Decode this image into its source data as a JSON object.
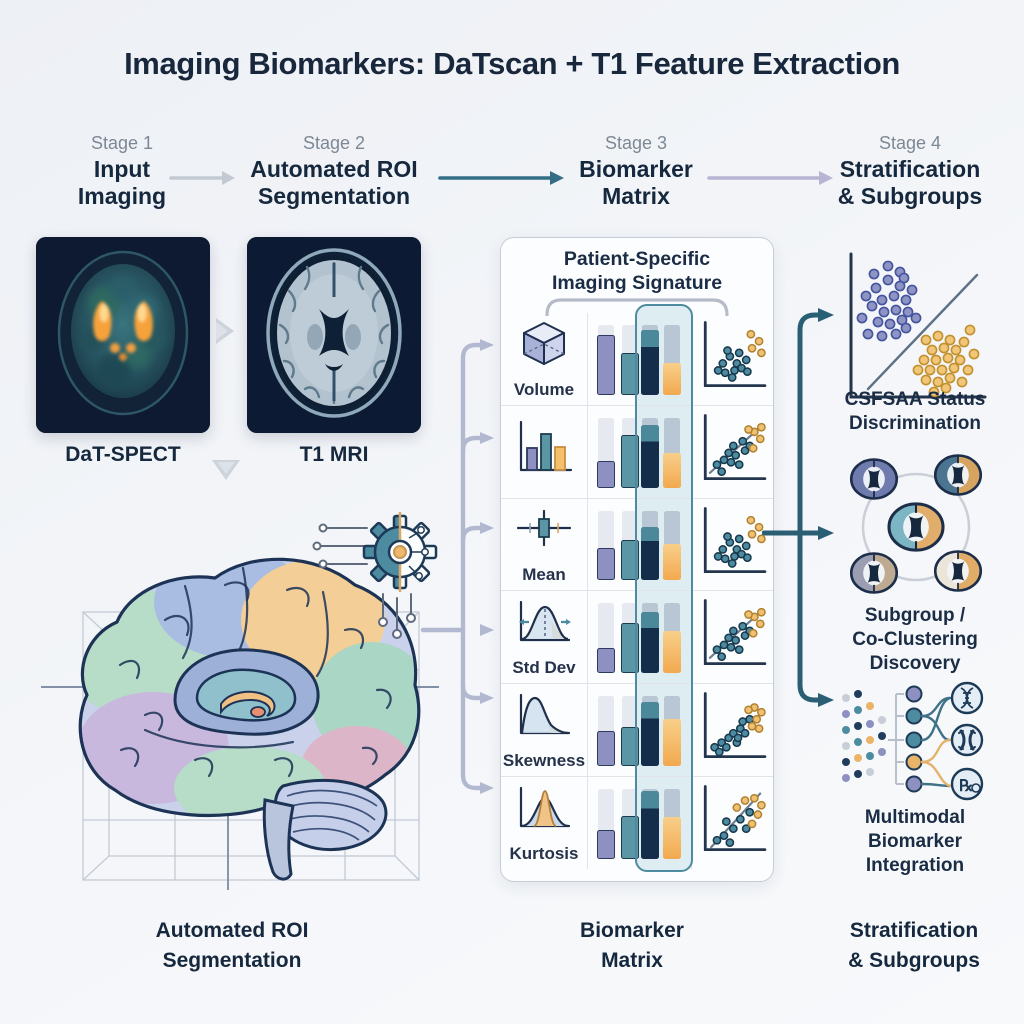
{
  "title": "Imaging Biomarkers: DaTscan + T1 Feature Extraction",
  "stages": [
    {
      "eyebrow": "Stage 1",
      "line1": "Input",
      "line2": "Imaging"
    },
    {
      "eyebrow": "Stage 2",
      "line1": "Automated ROI",
      "line2": "Segmentation"
    },
    {
      "eyebrow": "Stage 3",
      "line1": "Biomarker",
      "line2": "Matrix"
    },
    {
      "eyebrow": "Stage 4",
      "line1": "Stratification",
      "line2": "& Subgroups"
    }
  ],
  "input_imaging": {
    "scans": [
      {
        "label": "DaT-SPECT",
        "icon": "dat-spect-axial-scan"
      },
      {
        "label": "T1 MRI",
        "icon": "t1-mri-axial-scan"
      }
    ]
  },
  "segmentation": {
    "icon": "segmented-brain-illustration",
    "gear_icon": "gear-circuit-icon"
  },
  "matrix": {
    "header_line1": "Patient-Specific",
    "header_line2": "Imaging Signature",
    "rows": [
      {
        "label": "Volume",
        "icon": "cube-icon",
        "bars": {
          "purple": 0.86,
          "teal": 0.6,
          "navy": 0.93,
          "orange": 0.46
        },
        "scatter": "plain"
      },
      {
        "label": "",
        "icon": "bar-chart-icon",
        "bars": {
          "purple": 0.38,
          "teal": 0.76,
          "navy": 0.9,
          "orange": 0.5
        },
        "scatter": "trend"
      },
      {
        "label": "Mean",
        "icon": "mean-boxplot-icon",
        "bars": {
          "purple": 0.46,
          "teal": 0.58,
          "navy": 0.76,
          "orange": 0.52
        },
        "scatter": "plain"
      },
      {
        "label": "Std Dev",
        "icon": "std-dev-curve-icon",
        "bars": {
          "purple": 0.36,
          "teal": 0.72,
          "navy": 0.88,
          "orange": 0.6
        },
        "scatter": "trend"
      },
      {
        "label": "Skewness",
        "icon": "skewness-curve-icon",
        "bars": {
          "purple": 0.5,
          "teal": 0.56,
          "navy": 0.92,
          "orange": 0.68
        },
        "scatter": "band"
      },
      {
        "label": "Kurtosis",
        "icon": "kurtosis-curve-icon",
        "bars": {
          "purple": 0.42,
          "teal": 0.62,
          "navy": 0.97,
          "orange": 0.6
        },
        "scatter": "line"
      }
    ]
  },
  "outputs": [
    {
      "line1": "CSFSAA Status",
      "line2": "Discrimination",
      "icon": "class-scatter-plot-icon"
    },
    {
      "line1": "Subgroup /",
      "line2": "Co-Clustering",
      "line3": "Discovery",
      "icon": "brain-subgroup-wheel-icon"
    },
    {
      "line1": "Multimodal",
      "line2": "Biomarker",
      "line3": "Integration",
      "icon": "multimodal-network-icon"
    }
  ],
  "captions": [
    {
      "line1": "Automated ROI",
      "line2": "Segmentation"
    },
    {
      "line1": "Biomarker",
      "line2": "Matrix"
    },
    {
      "line1": "Stratification",
      "line2": "& Subgroups"
    }
  ],
  "colors": {
    "title_navy": "#18273c",
    "stage_gray": "#7d8894",
    "arrow_gray": "#c3c9d2",
    "arrow_teal": "#336e85",
    "arrow_lavender": "#b7b4d4",
    "connector_left": "#b2b8cf",
    "connector_right": "#2a5e74",
    "panel_border": "#c7ccd6",
    "highlight_border": "#4f8ba0",
    "highlight_bg": "rgba(214,233,238,0.8)",
    "bar_purple": "#8d90c0",
    "bar_teal": "#5b96a4",
    "bar_navy": "#142d4a",
    "bar_orange": "#f2a94f",
    "dot_teal": "#4d8ba0",
    "dot_orange": "#f0c173",
    "cluster_purple": "#8e94c4"
  }
}
